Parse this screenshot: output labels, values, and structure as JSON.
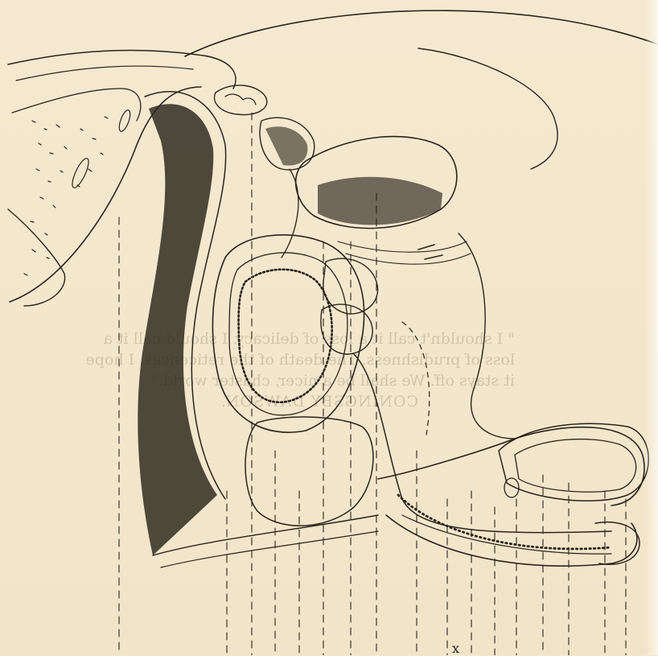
{
  "figure": {
    "background": "#f3e8cf",
    "ink": "#2a241b"
  },
  "bleed_through": {
    "lines": [
      "\" I shouldn't call it a loss of delicacy.  I should call it a",
      "loss of prudishness.  The death of the reticences.  I hope",
      "it stays off.  We shall be a nicer, chaster world.\"",
      "CONINGSBY DAWSON."
    ]
  },
  "marks": {
    "bottom_symbol": "x"
  }
}
